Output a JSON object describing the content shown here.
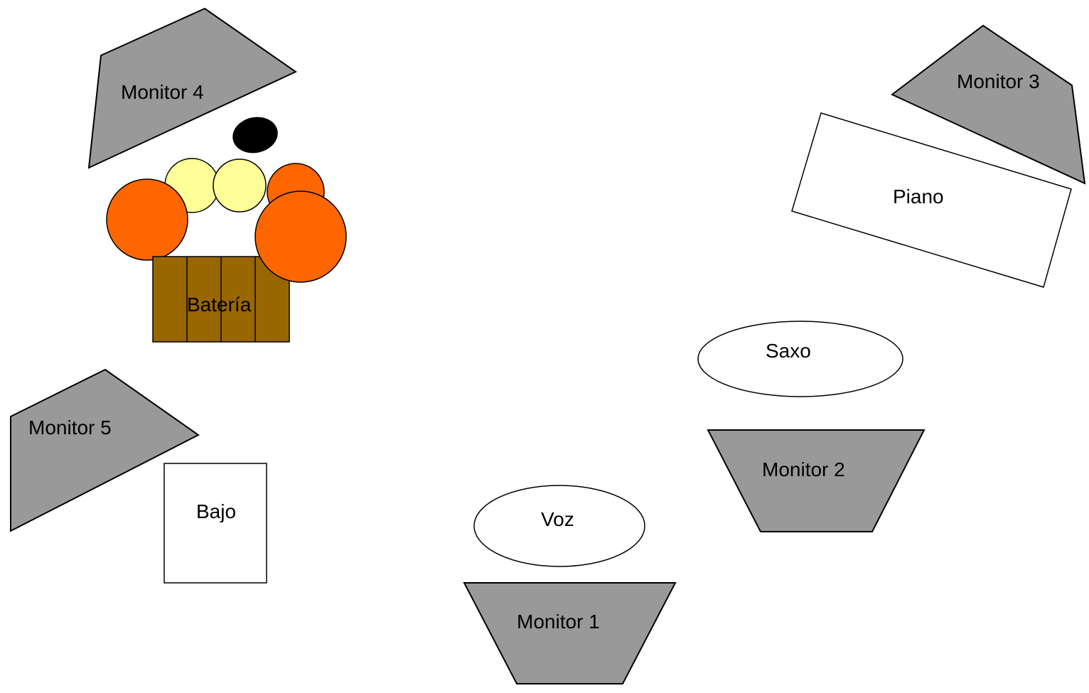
{
  "stage_plot": {
    "monitors": {
      "monitor_1": "Monitor 1",
      "monitor_2": "Monitor 2",
      "monitor_3": "Monitor 3",
      "monitor_4": "Monitor 4",
      "monitor_5": "Monitor 5"
    },
    "instruments": {
      "voz": "Voz",
      "saxo": "Saxo",
      "piano": "Piano",
      "bajo": "Bajo",
      "bateria": "Batería"
    }
  },
  "colors": {
    "monitor_fill": "#999999",
    "outline": "#000000",
    "drum_case": "#996600",
    "tom_orange": "#ff6600",
    "cymbal_yellow": "#ffff99",
    "hihat_black": "#000000",
    "instrument_fill": "#ffffff"
  }
}
